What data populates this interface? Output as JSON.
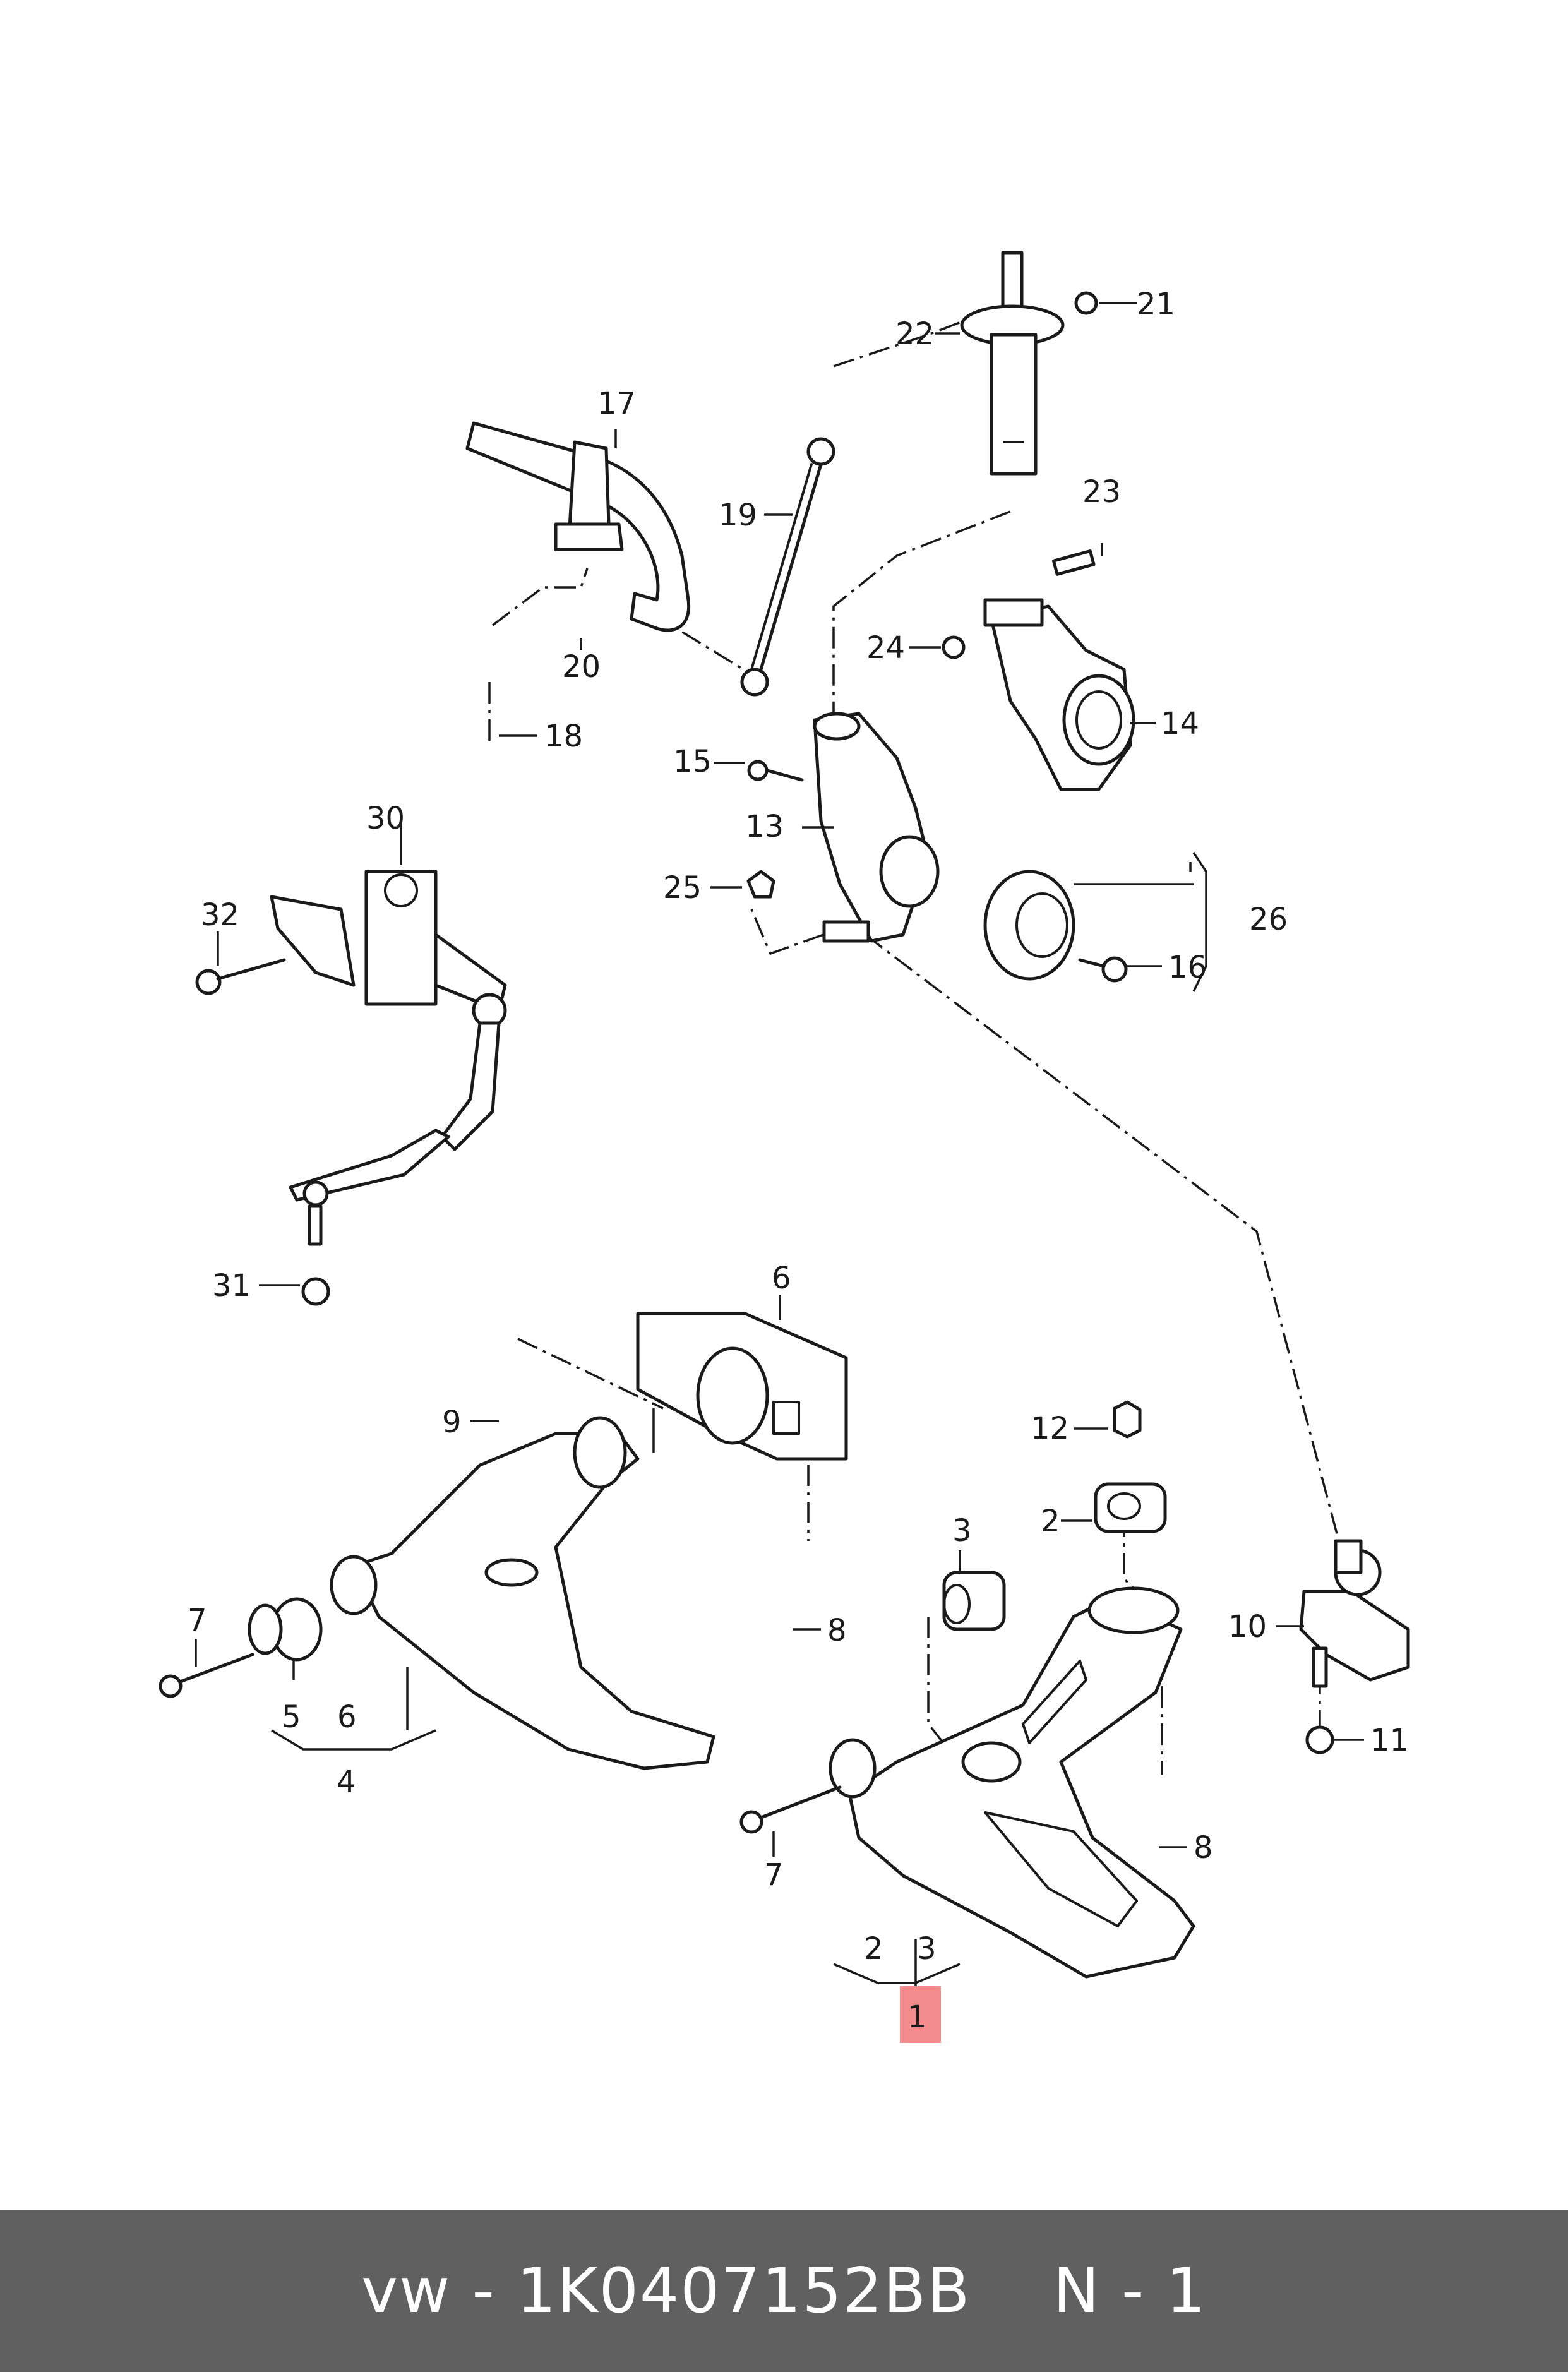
{
  "callouts": {
    "c1": "1",
    "c2a": "2",
    "c2b": "2",
    "c3a": "3",
    "c3b": "3",
    "c4": "4",
    "c5": "5",
    "c6a": "6",
    "c6b": "6",
    "c7a": "7",
    "c7b": "7",
    "c8a": "8",
    "c8b": "8",
    "c9": "9",
    "c10": "10",
    "c11": "11",
    "c12": "12",
    "c13": "13",
    "c14": "14",
    "c15": "15",
    "c16": "16",
    "c17": "17",
    "c18": "18",
    "c19": "19",
    "c20": "20",
    "c21": "21",
    "c22": "22",
    "c23": "23",
    "c24": "24",
    "c25": "25",
    "c26": "26",
    "c30": "30",
    "c31": "31",
    "c32": "32"
  },
  "highlight": {
    "part": "1",
    "color": "#f28b8b"
  },
  "footer": {
    "brand_part": "vw - 1K0407152BB",
    "position": "N - 1",
    "background": "#606060"
  }
}
